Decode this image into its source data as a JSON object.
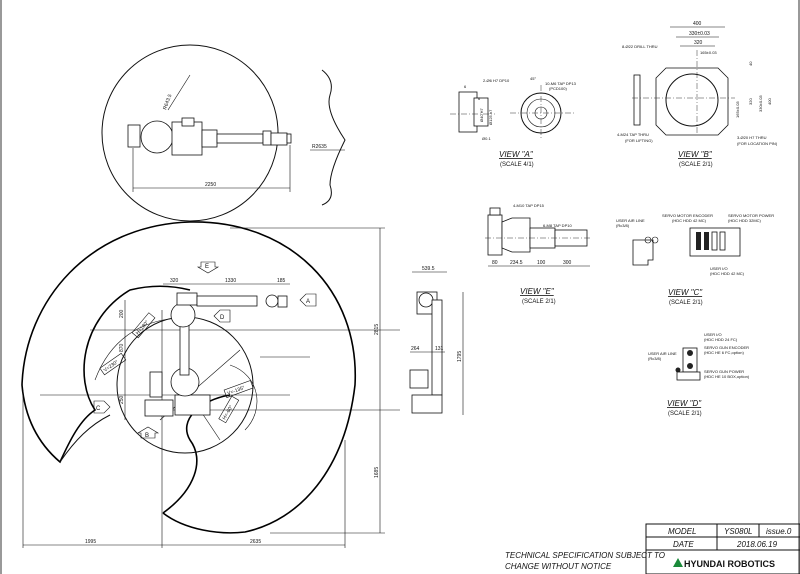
{
  "top_view": {
    "radius_label": "R643.5",
    "reach_label": "2250",
    "workspace_radius": "R2635"
  },
  "side_view": {
    "dims": {
      "d320": "320",
      "d1330": "1330",
      "d185": "185",
      "d200": "200",
      "d870": "870",
      "d250": "250",
      "d2815": "2815",
      "d1685": "1685",
      "d1995": "1995",
      "d2635": "2635"
    },
    "angles": {
      "a1": "H=180°",
      "a2": "V=230°",
      "a3": "V=-135°",
      "a4": "H=-60°"
    },
    "view_markers": {
      "a": "A",
      "b": "B",
      "c": "C",
      "d": "D",
      "e": "E"
    }
  },
  "front_view": {
    "dims": {
      "width": "539.5",
      "d264": "264",
      "d131": "131",
      "height": "1795"
    }
  },
  "view_a": {
    "title": "VIEW \"A\"",
    "scale": "(SCALE 4/1)",
    "notes": [
      "2-Ø6 H7 DP10",
      "10-M6 TAP DP13",
      "(PCD100)",
      "45°",
      "6",
      "6",
      "Ø40 H7",
      "Ø125 h7",
      "Ø0.1"
    ]
  },
  "view_b": {
    "title": "VIEW \"B\"",
    "scale": "(SCALE 2/1)",
    "notes": [
      "8-Ø22 DRILL THRU",
      "4-M24 TAP THRU",
      "(FOR LIFTING)",
      "3-Ø20 H7 THRU",
      "(FOR LOCATION PIN)"
    ],
    "dims": [
      "400",
      "330±0.03",
      "320",
      "165±0.03",
      "40",
      "320",
      "330±0.03",
      "400",
      "165±0.03"
    ]
  },
  "view_e": {
    "title": "VIEW \"E\"",
    "scale": "(SCALE 2/1)",
    "notes": [
      "4-M10 TAP DP15",
      "6-M8 TAP DP10"
    ],
    "dims": [
      "80",
      "234.5",
      "100",
      "300"
    ]
  },
  "view_c": {
    "title": "VIEW \"C\"",
    "scale": "(SCALE 2/1)",
    "notes": [
      "USER AIR LINE",
      "(Rc3/8)",
      "SERVO MOTOR ENCODER",
      "(HDC HDD 42 MC)",
      "SERVO MOTOR POWER",
      "(HDC HDD 32MC)",
      "USER I/O",
      "(HDC HDD 42 MC)"
    ]
  },
  "view_d": {
    "title": "VIEW \"D\"",
    "scale": "(SCALE 2/1)",
    "notes": [
      "USER I/O",
      "(HDC HDD 24 FC)",
      "SERVO GUN ENCODER",
      "(HDC HE 6 FC,option)",
      "USER AIR LINE",
      "(Rc3/8)",
      "SERVO GUN POWER",
      "(HDC HE 10 BOX,option)"
    ]
  },
  "notice": {
    "line1": "TECHNICAL SPECIFICATION SUBJECT TO",
    "line2": "CHANGE WITHOUT NOTICE"
  },
  "title_block": {
    "model_label": "MODEL",
    "model": "YS080L",
    "issue": "issue.0",
    "date_label": "DATE",
    "date": "2018.06.19",
    "brand": "HYUNDAI ROBOTICS",
    "brand_color": "#1a8a3a"
  }
}
